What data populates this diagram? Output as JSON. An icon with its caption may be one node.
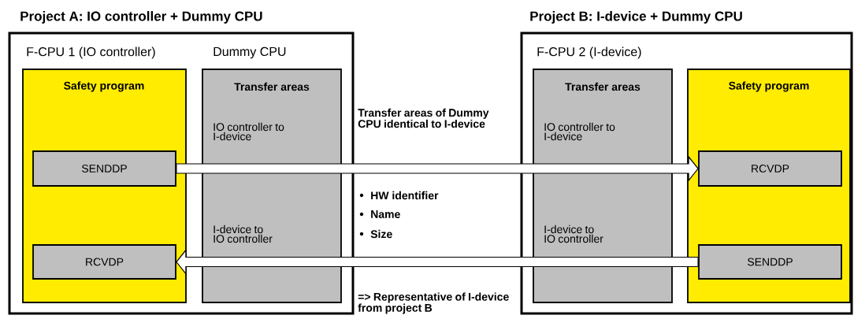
{
  "diagram": {
    "nodes": [
      {
        "text": [
          "Project A: IO controller + Dummy CPU"
        ]
      },
      {
        "text": [
          "F-CPU 1 (IO controller)",
          "Safety program"
        ],
        "in": 0
      },
      {
        "text": [
          "SENDDP"
        ],
        "in": 1
      },
      {
        "text": [
          "RCVDP"
        ],
        "in": 1
      },
      {
        "text": [
          "Dummy CPU",
          "Transfer areas",
          "IO controller to I-device",
          "I-device to IO controller"
        ],
        "in": 0
      },
      {
        "text": [
          "Project B: I-device + Dummy CPU"
        ]
      },
      {
        "text": [
          "Transfer areas",
          "IO controller to I-device",
          "I-device to IO controller"
        ],
        "in": 5
      },
      {
        "text": [
          "Safety program"
        ],
        "in": 5
      },
      {
        "text": [
          "RCVDP"
        ],
        "in": 7
      },
      {
        "text": [
          "SENDDP"
        ],
        "in": 7
      }
    ],
    "edges": [
      {
        "from": 2,
        "to": 8,
        "arrow": "to"
      },
      {
        "from": 9,
        "to": 3,
        "arrow": "to"
      }
    ],
    "labels": [
      "F-CPU 2 (I-device)",
      "Transfer areas of Dummy CPU identical to I-device",
      "HW identifier",
      "Name",
      "Size",
      "=> Representative of I-device from project B"
    ]
  }
}
